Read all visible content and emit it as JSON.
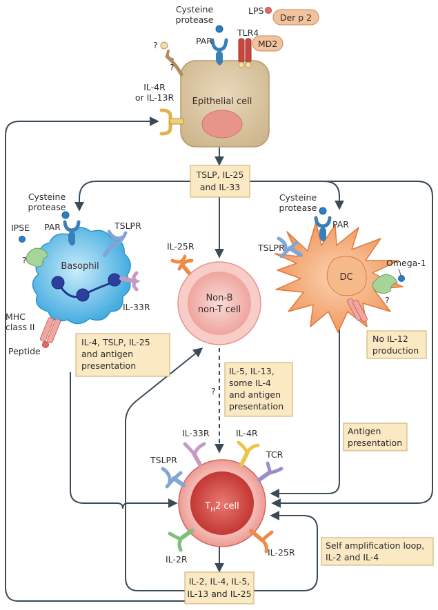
{
  "labels": {
    "cysteine_protease_top_1": "Cysteine",
    "cysteine_protease_top_2": "protease",
    "lps": "LPS",
    "der_p2": "Der p 2",
    "tlr4": "TLR4",
    "md2": "MD2",
    "par_top": "PAR",
    "question_top_1": "?",
    "question_top_2": "?",
    "il4r_1": "IL-4R",
    "il4r_2": "or IL-13R",
    "epithelial_cell": "Epithelial cell",
    "tslp_box_1": "TSLP, IL-25",
    "tslp_box_2": "and IL-33",
    "cysteine_left_1": "Cysteine",
    "cysteine_left_2": "protease",
    "par_left": "PAR",
    "tslpr_left": "TSLPR",
    "ipse": "IPSE",
    "question_left": "?",
    "basophil": "Basophil",
    "il33r_left": "IL-33R",
    "mhc_1": "MHC",
    "mhc_2": "class II",
    "peptide": "Peptide",
    "baso_box_1": "IL-4, TSLP, IL-25",
    "baso_box_2": "and antigen",
    "baso_box_3": "presentation",
    "il25r_mid": "IL-25R",
    "nonb_1": "Non-B",
    "nonb_2": "non-T cell",
    "nonb_box_1": "IL-5, IL-13,",
    "nonb_box_2": "some IL-4",
    "nonb_box_3": "and antigen",
    "nonb_box_4": "presentation",
    "question_mid": "?",
    "cysteine_right_1": "Cysteine",
    "cysteine_right_2": "protease",
    "par_right": "PAR",
    "tslpr_right": "TSLPR",
    "dc": "DC",
    "omega": "Omega-1",
    "question_right": "?",
    "noil12_1": "No IL-12",
    "noil12_2": "production",
    "antigen_box_1": "Antigen",
    "antigen_box_2": "presentation",
    "il33r_th": "IL-33R",
    "il4r_th": "IL-4R",
    "tcr": "TCR",
    "tslpr_th": "TSLPR",
    "th2_main": "T",
    "th2_sub": "H",
    "th2_rest": "2 cell",
    "il2r": "IL-2R",
    "il25r_th": "IL-25R",
    "self_amp_1": "Self amplification loop,",
    "self_amp_2": "IL-2 and IL-4",
    "bottom_box_1": "IL-2, IL-4, IL-5,",
    "bottom_box_2": "IL-13 and IL-25"
  },
  "colors": {
    "epithelial": "#d9c4a0",
    "box_fill": "#fbe9c4",
    "box_stroke": "#c9a86a",
    "basophil": "#5ab8e6",
    "dc": "#f3a46d",
    "th2": "#e05a55",
    "nonb": "#f6c6c2",
    "arrow": "#3a4a56"
  }
}
